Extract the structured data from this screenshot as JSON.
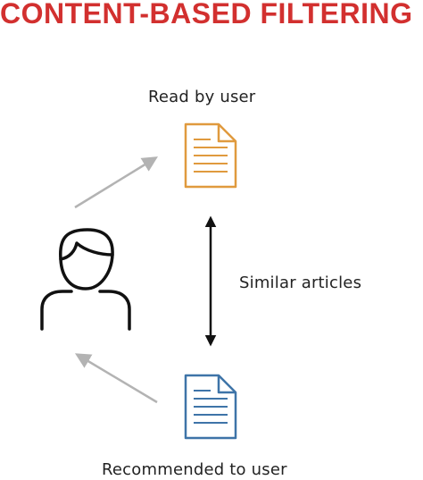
{
  "title": "CONTENT-BASED FILTERING",
  "labels": {
    "read_by_user": "Read by user",
    "similar_articles": "Similar articles",
    "recommended_to_user": "Recommended to user"
  },
  "colors": {
    "title": "#d2302f",
    "read_document": "#e09a3e",
    "recommended_document": "#3e74a8",
    "user_icon": "#111111",
    "gray_arrow": "#b3b3b3",
    "similarity_arrow": "#111111"
  },
  "icons": {
    "user": "user-icon",
    "read_document": "document-icon",
    "recommended_document": "document-icon"
  }
}
